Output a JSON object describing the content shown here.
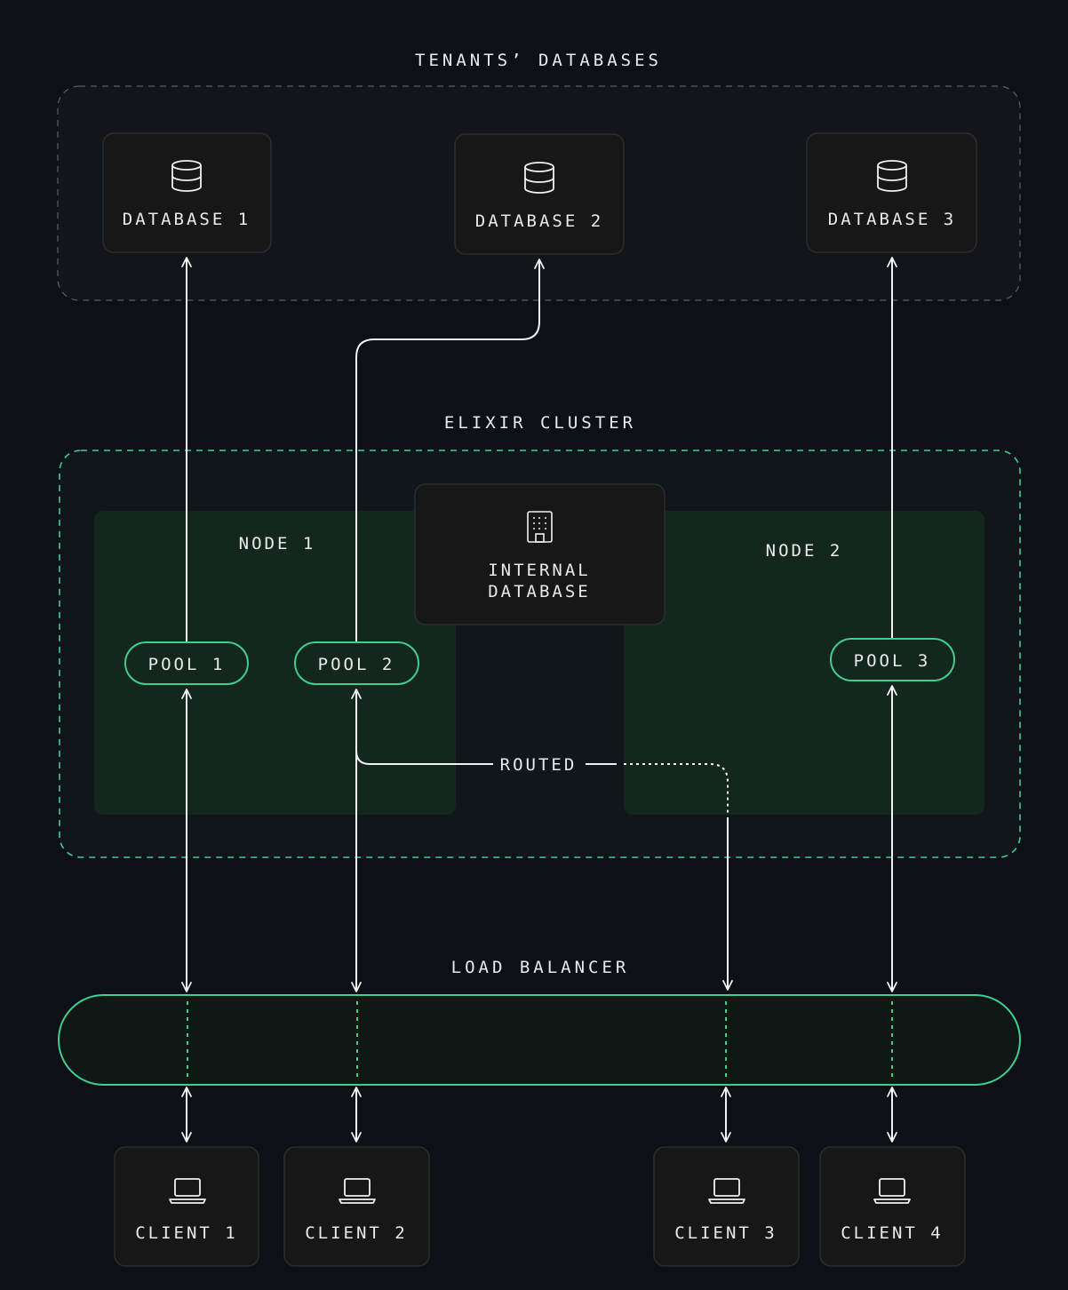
{
  "sections": {
    "tenants_title": "TENANTS’ DATABASES",
    "cluster_title": "ELIXIR CLUSTER",
    "lb_title": "LOAD BALANCER"
  },
  "databases": [
    "DATABASE 1",
    "DATABASE 2",
    "DATABASE 3"
  ],
  "nodes": [
    "NODE 1",
    "NODE 2"
  ],
  "internal_db": [
    "INTERNAL",
    "DATABASE"
  ],
  "pools": [
    "POOL 1",
    "POOL 2",
    "POOL 3"
  ],
  "routed_label": "ROUTED",
  "clients": [
    "CLIENT 1",
    "CLIENT 2",
    "CLIENT 3",
    "CLIENT 4"
  ],
  "icons": {
    "database": "database-icon",
    "internal": "building-icon",
    "client": "laptop-icon"
  },
  "colors": {
    "background": "#0d1117",
    "accent": "#3ecf8e",
    "node_fill": "#14271e",
    "box_fill": "#171717",
    "line": "#f2f2f2"
  }
}
